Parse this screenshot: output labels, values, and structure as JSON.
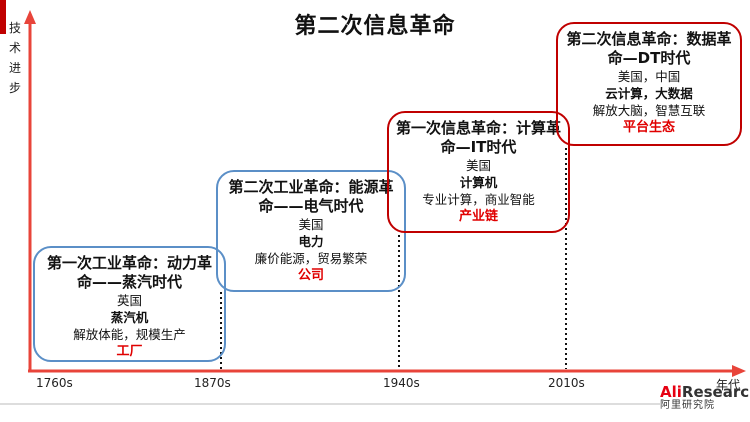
{
  "title": "第二次信息革命",
  "y_axis_label": [
    "技",
    "术",
    "进",
    "步"
  ],
  "x_axis_label": "年代",
  "ticks": [
    "1760s",
    "1870s",
    "1940s",
    "2010s"
  ],
  "eras": [
    {
      "heading": "第一次工业革命：动力革命——蒸汽时代",
      "country": "英国",
      "tech": "蒸汽机",
      "effect": "解放体能，规模生产",
      "org": "工厂"
    },
    {
      "heading": "第二次工业革命：能源革命——电气时代",
      "country": "美国",
      "tech": "电力",
      "effect": "廉价能源，贸易繁荣",
      "org": "公司"
    },
    {
      "heading": "第一次信息革命：计算革命—IT时代",
      "country": "美国",
      "tech": "计算机",
      "effect": "专业计算，商业智能",
      "org": "产业链"
    },
    {
      "heading": "第二次信息革命：数据革命—DT时代",
      "country": "美国，中国",
      "tech": "云计算，大数据",
      "effect": "解放大脑，智慧互联",
      "org": "平台生态"
    }
  ],
  "logo": {
    "ali": "Ali",
    "research": "Research",
    "cn": "阿里研究院"
  },
  "colors": {
    "axis": "#e8443a",
    "blue_box": "#5b8fc7",
    "red_box": "#c00000",
    "highlight": "#e00000"
  }
}
